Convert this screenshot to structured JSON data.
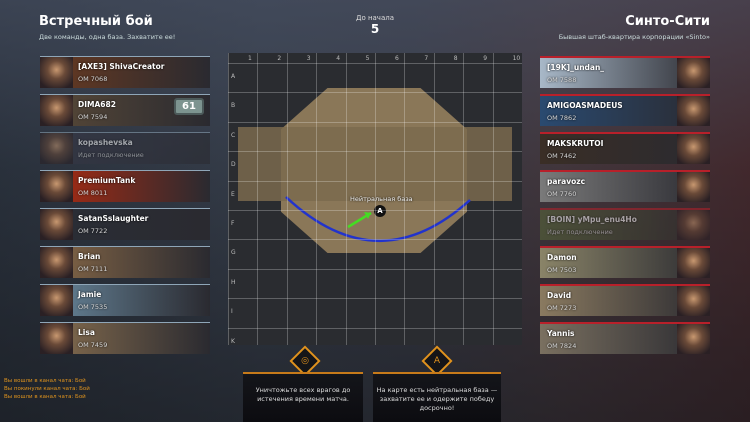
{
  "mode": {
    "title": "Встречный бой",
    "subtitle": "Две команды, одна база. Захватите ее!"
  },
  "map": {
    "title": "Синто-Сити",
    "subtitle": "Бывшая штаб-квартира корпорации «Sinto»",
    "columns": [
      "1",
      "2",
      "3",
      "4",
      "5",
      "6",
      "7",
      "8",
      "9",
      "10"
    ],
    "rows": [
      "A",
      "B",
      "C",
      "D",
      "E",
      "F",
      "G",
      "H",
      "I",
      "K"
    ],
    "base_label": "Нейтральная база",
    "base_marker": "A"
  },
  "timer": {
    "label": "До начала",
    "value": "5"
  },
  "team_left": [
    {
      "name": "[AXE3] ShivaCreator",
      "status": "ОМ 7068"
    },
    {
      "name": "DIMA682",
      "status": "ОМ 7594",
      "badge": "61"
    },
    {
      "name": "kopashevska",
      "status": "Идет подключение"
    },
    {
      "name": "PremiumTank",
      "status": "ОМ 8011"
    },
    {
      "name": "SatanSslaughter",
      "status": "ОМ 7722"
    },
    {
      "name": "Brian",
      "status": "ОМ 7111"
    },
    {
      "name": "Jamie",
      "status": "ОМ 7535"
    },
    {
      "name": "Lisa",
      "status": "ОМ 7459"
    }
  ],
  "team_right": [
    {
      "name": "[19K]_undan_",
      "status": "ОМ 7588"
    },
    {
      "name": "AMIGOASMADEUS",
      "status": "ОМ 7862"
    },
    {
      "name": "MAKSKRUTOI",
      "status": "ОМ 7462"
    },
    {
      "name": "paravozc",
      "status": "ОМ 7760"
    },
    {
      "name": "[BOIN] yMpu_enu4Ho",
      "status": "Идет подключение"
    },
    {
      "name": "Damon",
      "status": "ОМ 7503"
    },
    {
      "name": "David",
      "status": "ОМ 7273"
    },
    {
      "name": "Yannis",
      "status": "ОМ 7824"
    }
  ],
  "objectives": [
    "Уничтожьте всех врагов до истечения времени матча.",
    "На карте есть нейтральная база — захватите ее и одержите победу досрочно!"
  ],
  "chat": [
    "Вы вошли в канал чата: Бой",
    "Вы покинули канал чата: Бой",
    "Вы вошли в канал чата: Бой"
  ],
  "colors": {
    "objective_accent": "#e0921e",
    "enemy_accent": "#b8202a",
    "arc": "#2233cc",
    "arrow": "#44dd22"
  }
}
